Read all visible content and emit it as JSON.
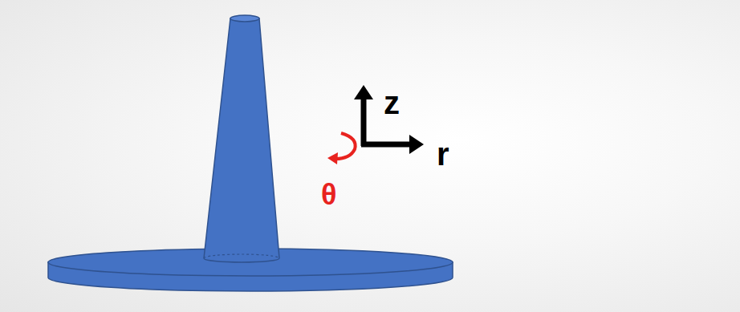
{
  "diagram": {
    "labels": [
      "z",
      "r",
      "θ"
    ]
  }
}
